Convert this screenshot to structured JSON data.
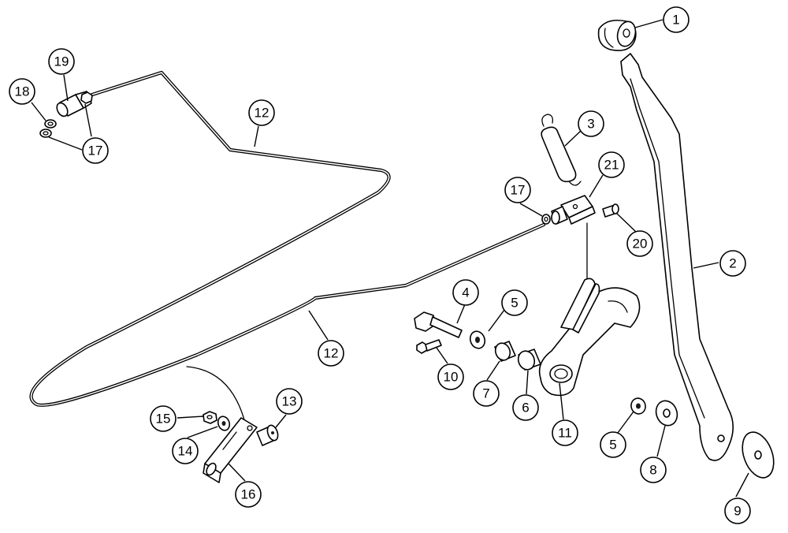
{
  "callouts": [
    {
      "id": "c1",
      "label": "1"
    },
    {
      "id": "c2",
      "label": "2"
    },
    {
      "id": "c3",
      "label": "3"
    },
    {
      "id": "c4",
      "label": "4"
    },
    {
      "id": "c5a",
      "label": "5"
    },
    {
      "id": "c5b",
      "label": "5"
    },
    {
      "id": "c6",
      "label": "6"
    },
    {
      "id": "c7",
      "label": "7"
    },
    {
      "id": "c8",
      "label": "8"
    },
    {
      "id": "c9",
      "label": "9"
    },
    {
      "id": "c10",
      "label": "10"
    },
    {
      "id": "c11",
      "label": "11"
    },
    {
      "id": "c12a",
      "label": "12"
    },
    {
      "id": "c12b",
      "label": "12"
    },
    {
      "id": "c13",
      "label": "13"
    },
    {
      "id": "c14",
      "label": "14"
    },
    {
      "id": "c15",
      "label": "15"
    },
    {
      "id": "c16",
      "label": "16"
    },
    {
      "id": "c17a",
      "label": "17"
    },
    {
      "id": "c17b",
      "label": "17"
    },
    {
      "id": "c18",
      "label": "18"
    },
    {
      "id": "c19",
      "label": "19"
    },
    {
      "id": "c20",
      "label": "20"
    },
    {
      "id": "c21",
      "label": "21"
    }
  ]
}
